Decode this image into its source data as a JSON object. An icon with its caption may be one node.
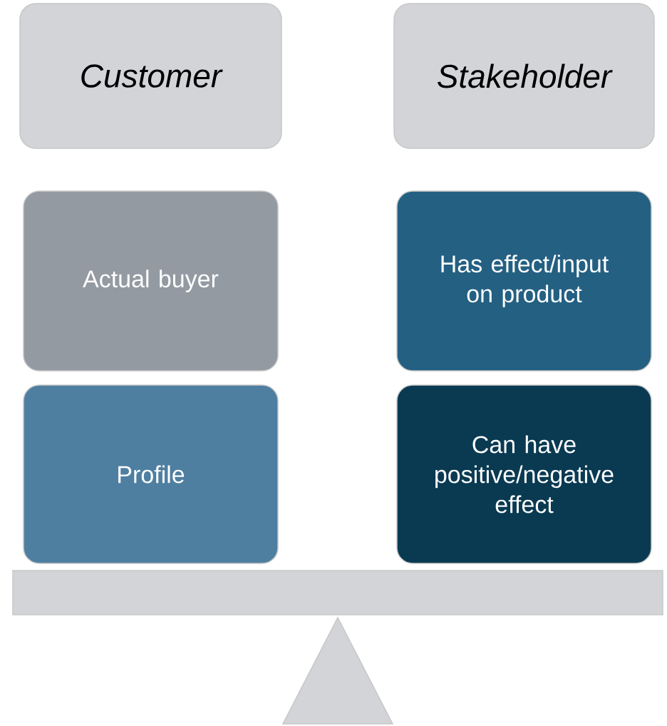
{
  "diagram": {
    "nodes": [
      {
        "text": [
          "Customer"
        ]
      },
      {
        "text": [
          "Stakeholder"
        ]
      },
      {
        "text": [
          "Actual buyer"
        ]
      },
      {
        "text": [
          "Has effect/input on product"
        ]
      },
      {
        "text": [
          "Profile"
        ]
      },
      {
        "text": [
          "Can have positive/negative effect"
        ]
      }
    ]
  }
}
